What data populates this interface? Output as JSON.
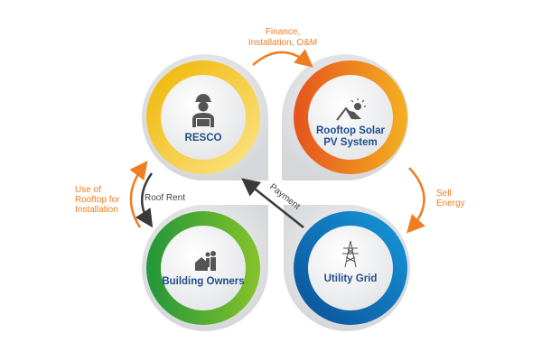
{
  "nodes": {
    "resco": {
      "label": "RESCO",
      "icon": "engineer-laptop-icon",
      "color": "#f5c000"
    },
    "rooftop": {
      "label_line1": "Rooftop Solar",
      "label_line2": "PV System",
      "icon": "solar-roof-icon",
      "color": "#ec6a1e"
    },
    "building": {
      "label": "Building Owners",
      "icon": "house-people-icon",
      "color": "#4aab2f"
    },
    "grid": {
      "label": "Utility Grid",
      "icon": "transmission-tower-icon",
      "color": "#1a73c0"
    }
  },
  "flows": {
    "finance": {
      "line1": "Finance,",
      "line2": "Installation, O&M"
    },
    "sell": {
      "line1": "Sell",
      "line2": "Energy"
    },
    "rooftop_use": {
      "line1": "Use of",
      "line2": "Rooftop for",
      "line3": "Installation"
    },
    "roof_rent": "Roof Rent",
    "payment": "Payment"
  },
  "colors": {
    "orange_arrow": "#ef7d22",
    "dark_arrow": "#3a3a3a",
    "label_blue": "#1f4e8c"
  }
}
